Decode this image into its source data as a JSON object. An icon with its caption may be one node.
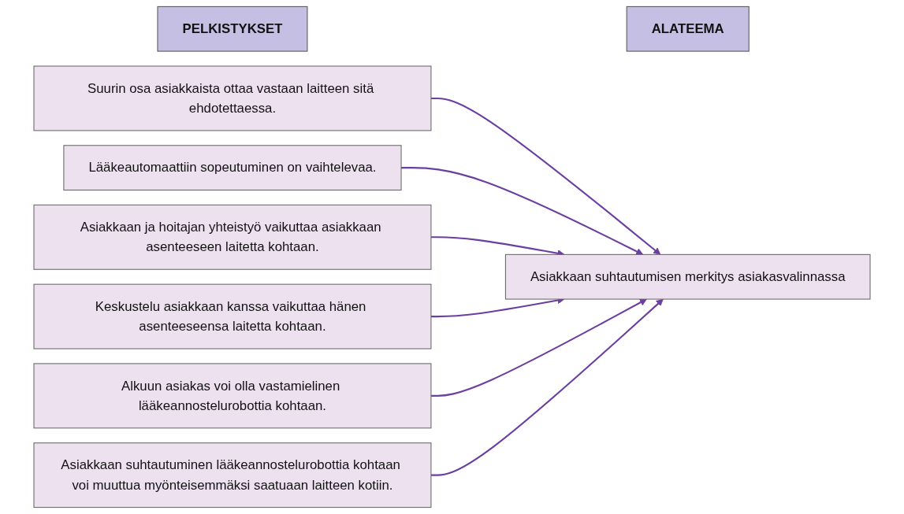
{
  "diagram": {
    "nodes": [
      {
        "text": [
          "PELKISTYKSET"
        ]
      },
      {
        "text": [
          "ALATEEMA"
        ]
      },
      {
        "text": [
          "Suurin osa asiakkaista ottaa vastaan laitteen sitä ehdotettaessa."
        ]
      },
      {
        "text": [
          "Lääkeautomaattiin sopeutuminen on vaihtelevaa."
        ]
      },
      {
        "text": [
          "Asiakkaan ja hoitajan yhteistyö vaikuttaa asiakkaan asenteeseen laitetta kohtaan."
        ]
      },
      {
        "text": [
          "Keskustelu asiakkaan kanssa vaikuttaa hänen asenteeseensa laitetta kohtaan."
        ]
      },
      {
        "text": [
          "Alkuun asiakas voi olla vastamielinen lääkeannostelurobottia kohtaan."
        ]
      },
      {
        "text": [
          "Asiakkaan suhtautuminen lääkeannostelurobottia kohtaan voi muuttua myönteisemmäksi saatuaan laitteen kotiin."
        ]
      },
      {
        "text": [
          "Asiakkaan suhtautumisen merkitys asiakasvalinnassa"
        ]
      }
    ],
    "edges": [
      {
        "from": 2,
        "to": 8,
        "arrow": "to",
        "color": "#6b3fa0"
      },
      {
        "from": 3,
        "to": 8,
        "arrow": "to",
        "color": "#6b3fa0"
      },
      {
        "from": 4,
        "to": 8,
        "arrow": "to",
        "color": "#6b3fa0"
      },
      {
        "from": 5,
        "to": 8,
        "arrow": "to",
        "color": "#6b3fa0"
      },
      {
        "from": 6,
        "to": 8,
        "arrow": "to",
        "color": "#6b3fa0"
      },
      {
        "from": 7,
        "to": 8,
        "arrow": "to",
        "color": "#6b3fa0"
      }
    ]
  }
}
